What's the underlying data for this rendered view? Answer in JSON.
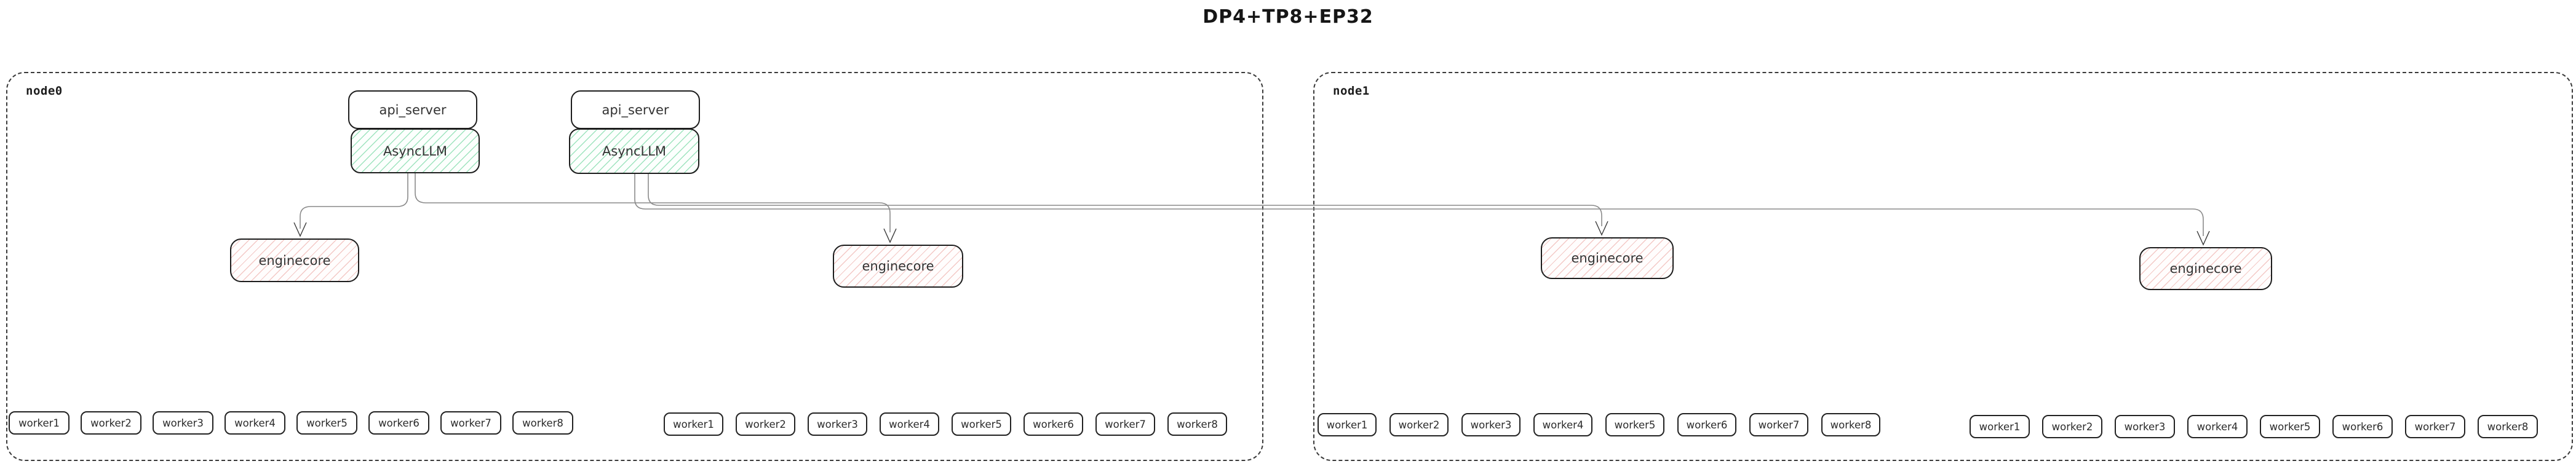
{
  "title": "DP4+TP8+EP32",
  "colors": {
    "box_border": "#1d1d1d",
    "node_border": "#3a3a3a",
    "async_llm_hatch": "#60d194",
    "enginecore_hatch": "#e27a73",
    "connector_line": "#8a8a8a",
    "arrowhead": "#3a3a3a"
  },
  "nodes": [
    {
      "label": "node0",
      "stacks": [
        {
          "api_server": "api_server",
          "async_llm": "AsyncLLM"
        },
        {
          "api_server": "api_server",
          "async_llm": "AsyncLLM"
        }
      ],
      "enginecores": [
        "enginecore",
        "enginecore"
      ],
      "worker_groups": [
        {
          "workers": [
            "worker1",
            "worker2",
            "worker3",
            "worker4",
            "worker5",
            "worker6",
            "worker7",
            "worker8"
          ]
        },
        {
          "workers": [
            "worker1",
            "worker2",
            "worker3",
            "worker4",
            "worker5",
            "worker6",
            "worker7",
            "worker8"
          ]
        }
      ]
    },
    {
      "label": "node1",
      "stacks": [],
      "enginecores": [
        "enginecore",
        "enginecore"
      ],
      "worker_groups": [
        {
          "workers": [
            "worker1",
            "worker2",
            "worker3",
            "worker4",
            "worker5",
            "worker6",
            "worker7",
            "worker8"
          ]
        },
        {
          "workers": [
            "worker1",
            "worker2",
            "worker3",
            "worker4",
            "worker5",
            "worker6",
            "worker7",
            "worker8"
          ]
        }
      ]
    }
  ]
}
